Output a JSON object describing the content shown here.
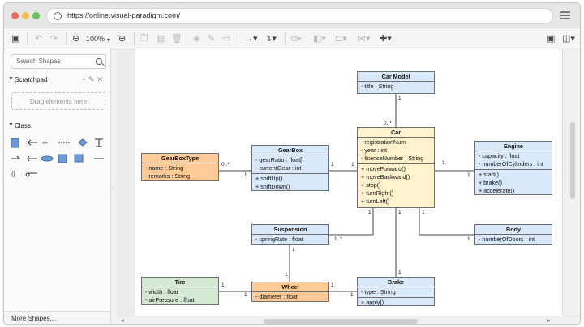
{
  "browser": {
    "url": "https://online.visual-paradigm.com/"
  },
  "toolbar": {
    "zoom": "100%"
  },
  "sidebar": {
    "search_placeholder": "Search Shapes",
    "scratchpad_label": "Scratchpad",
    "dropzone_text": "Drag elements here",
    "class_label": "Class",
    "more_shapes": "More Shapes..."
  },
  "diagram": {
    "car_model": {
      "name": "Car Model",
      "attrs": [
        "- title : String"
      ]
    },
    "car": {
      "name": "Car",
      "attrs": [
        "- registrationNum",
        "- year : int",
        "- licenseNumber : String"
      ],
      "ops": [
        "+ moveForward()",
        "+ moveBackward()",
        "+ stop()",
        "+ turnRight()",
        "+ turnLeft()"
      ]
    },
    "gearbox": {
      "name": "GearBox",
      "attrs": [
        "- gearRatio : float[]",
        "- currentGear : int"
      ],
      "ops": [
        "+ shiftUp()",
        "+ shiftDown()"
      ]
    },
    "gearbox_type": {
      "name": "GearBoxType",
      "attrs": [
        "- name : String",
        "- remarks : String"
      ]
    },
    "engine": {
      "name": "Engine",
      "attrs": [
        "- capacity : float",
        "- numberOfCylinders : int"
      ],
      "ops": [
        "+ start()",
        "+ brake()",
        "+ accelerate()"
      ]
    },
    "suspension": {
      "name": "Suspension",
      "attrs": [
        "- springRate : float"
      ]
    },
    "body": {
      "name": "Body",
      "attrs": [
        "- numberOfDoors : int"
      ]
    },
    "tire": {
      "name": "Tire",
      "attrs": [
        "- width : float",
        "- airPressure : float"
      ]
    },
    "wheel": {
      "name": "Wheel",
      "attrs": [
        "- diameter : float"
      ]
    },
    "brake": {
      "name": "Brake",
      "attrs": [
        "- type : String"
      ],
      "ops": [
        "+ apply()"
      ]
    },
    "multiplicities": {
      "carmodel_top": "1",
      "carmodel_car": "0..*",
      "gbtype_gb": "0..*",
      "gbtype_side": "1",
      "gearbox_car": "1",
      "car_gearbox": "1",
      "car_engine": "1",
      "engine_car": "1",
      "car_susp": "1",
      "susp_car": "1..*",
      "car_brake": "1",
      "car_body": "1",
      "body_car": "1",
      "susp_wheel": "1",
      "wheel_susp": "1",
      "tire_wheel": "1",
      "wheel_tire": "1",
      "wheel_brake": "1",
      "brake_wheel": "1",
      "brake_car": "1"
    }
  },
  "colors": {
    "class_blue": "#dae8fc",
    "class_orange": "#ffcc99",
    "class_yellow": "#fff2cc",
    "class_green": "#d5e8d4"
  }
}
